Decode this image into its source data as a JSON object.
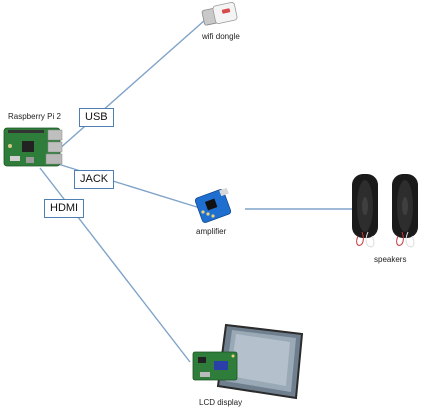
{
  "diagram": {
    "nodes": {
      "raspberry_pi": {
        "label": "Raspberry Pi 2"
      },
      "wifi_dongle": {
        "label": "wifi dongle"
      },
      "amplifier": {
        "label": "amplifier"
      },
      "speakers": {
        "label": "speakers"
      },
      "lcd_display": {
        "label": "LCD display"
      }
    },
    "connections": {
      "usb": {
        "label": "USB",
        "from": "Raspberry Pi 2",
        "to": "wifi dongle"
      },
      "jack": {
        "label": "JACK",
        "from": "Raspberry Pi 2",
        "to": "amplifier"
      },
      "hdmi": {
        "label": "HDMI",
        "from": "Raspberry Pi 2",
        "to": "LCD display"
      },
      "amp_to_speakers": {
        "from": "amplifier",
        "to": "speakers"
      }
    },
    "colors": {
      "connector_line": "#7fa3c9",
      "label_border": "#4f7fb0",
      "pcb_green": "#2f7d3a",
      "amplifier_blue": "#1f6fd1"
    }
  }
}
